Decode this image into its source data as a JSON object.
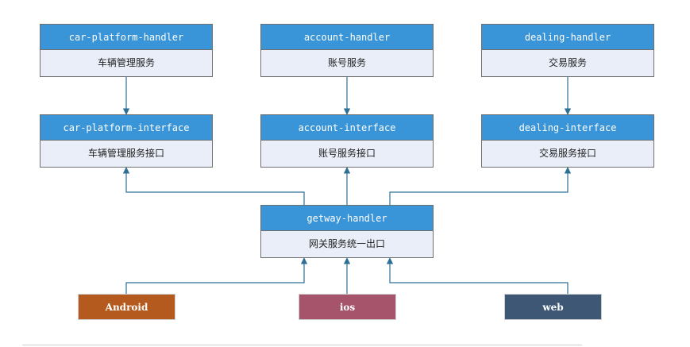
{
  "colors": {
    "node_header": "#3a95d8",
    "node_body": "#e9eef8",
    "connector": "#2e6f96",
    "android": "#b55a1f",
    "ios": "#a5546b",
    "web": "#3d5774"
  },
  "handlers": {
    "car": {
      "title": "car-platform-handler",
      "desc": "车辆管理服务"
    },
    "account": {
      "title": "account-handler",
      "desc": "账号服务"
    },
    "dealing": {
      "title": "dealing-handler",
      "desc": "交易服务"
    }
  },
  "interfaces": {
    "car": {
      "title": "car-platform-interface",
      "desc": "车辆管理服务接口"
    },
    "account": {
      "title": "account-interface",
      "desc": "账号服务接口"
    },
    "dealing": {
      "title": "dealing-interface",
      "desc": "交易服务接口"
    }
  },
  "gateway": {
    "title": "getway-handler",
    "desc": "网关服务统一出口"
  },
  "clients": {
    "android": "Android",
    "ios": "ios",
    "web": "web"
  }
}
